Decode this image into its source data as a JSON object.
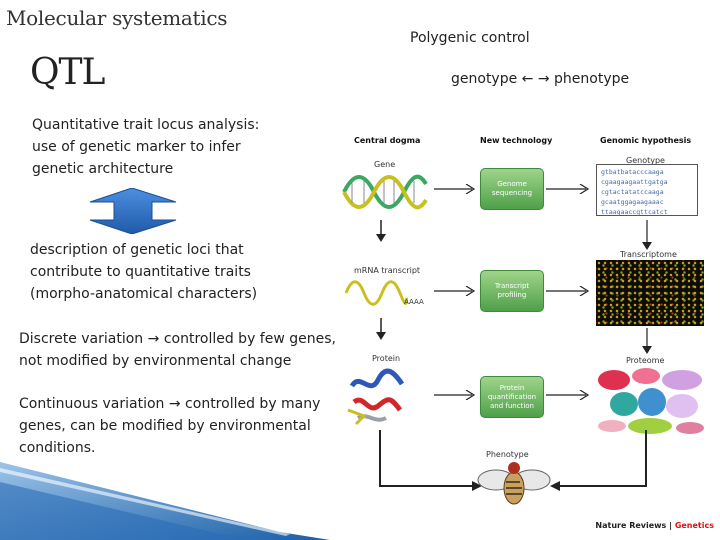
{
  "slide": {
    "title": "Molecular systematics",
    "qtl_heading": "QTL",
    "qtl_definition": [
      "Quantitative trait locus analysis:",
      "use of genetic marker to infer",
      "genetic architecture"
    ],
    "description": [
      "description of genetic loci that",
      "contribute to quantitative traits",
      "(morpho-anatomical characters)"
    ],
    "discrete": [
      "Discrete variation → controlled by few genes,",
      "not modified by environmental change"
    ],
    "continuous": [
      "Continuous variation → controlled by many",
      "genes, can be modified by environmental",
      "conditions."
    ],
    "polygenic_title": "Polygenic control",
    "genotype_phenotype": "genotype ← → phenotype"
  },
  "figure": {
    "col_headers": [
      "Central dogma",
      "New technology",
      "Genomic hypothesis"
    ],
    "left_labels": [
      "Gene",
      "mRNA transcript",
      "Protein"
    ],
    "tech_boxes": [
      "Genome sequencing",
      "Transcript profiling",
      "Protein quantification and function"
    ],
    "right_labels": [
      "Genotype",
      "Transcriptome",
      "Proteome",
      "Phenotype"
    ],
    "sequence_lines": [
      "gtbatbatacccaaga",
      "cgaagaagaattgatga",
      "cgtactatatccaaga",
      "gcaatggagaagaaac",
      "ttaagaaccgttcatct"
    ],
    "mrna_tail": "AAAA",
    "caption_source": "Nature Reviews",
    "caption_sep": " | ",
    "caption_journal": "Genetics",
    "colors": {
      "box_green": "#4fa04a",
      "dna_green": "#3aa860",
      "dna_yellow": "#c8c020",
      "arrow_blue": "#2e6fc0"
    }
  }
}
